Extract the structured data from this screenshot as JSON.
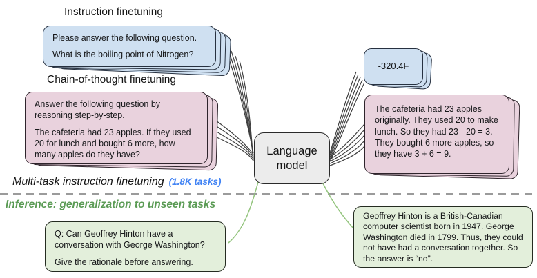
{
  "diagram": {
    "headings": {
      "instruction_finetuning": "Instruction finetuning",
      "chain_of_thought_finetuning": "Chain-of-thought finetuning",
      "multitask_label": "Multi-task instruction finetuning",
      "multitask_tasks_count": "(1.8K tasks)",
      "inference_label": "Inference: generalization to unseen tasks"
    },
    "language_model_box": {
      "label_line1": "Language",
      "label_line2": "model"
    },
    "cards": {
      "instruction_prompt": {
        "paragraphs": [
          "Please answer the following question.",
          "What is the boiling point of Nitrogen?"
        ]
      },
      "cot_prompt": {
        "paragraphs": [
          "Answer the following question by reasoning step-by-step.",
          "The cafeteria had 23 apples. If they used 20 for lunch and bought 6 more, how many apples do they have?"
        ]
      },
      "instruction_answer": {
        "text": "-320.4F"
      },
      "cot_answer": {
        "text": "The cafeteria had 23 apples originally. They used 20 to make lunch. So they had 23 - 20 = 3. They bought 6 more apples, so they have 3 + 6 = 9."
      },
      "inference_prompt": {
        "paragraphs": [
          "Q: Can Geoffrey Hinton have a conversation with George Washington?",
          "Give the rationale before answering."
        ]
      },
      "inference_answer": {
        "text": "Geoffrey Hinton is a British-Canadian computer scientist born in 1947. George Washington died in 1799. Thus, they could not have had a conversation together. So the answer is “no”."
      }
    },
    "colors": {
      "blue_card": "#cfe0f1",
      "pink_card": "#e9d2dd",
      "green_card": "#e3efdb",
      "model_box": "#ececec",
      "accent_blue_text": "#4183f4",
      "accent_green_text": "#5b9b55",
      "connector_dark": "#3f3f3f",
      "connector_green": "#93c47d",
      "divider_gray": "#9b9b9b"
    }
  }
}
